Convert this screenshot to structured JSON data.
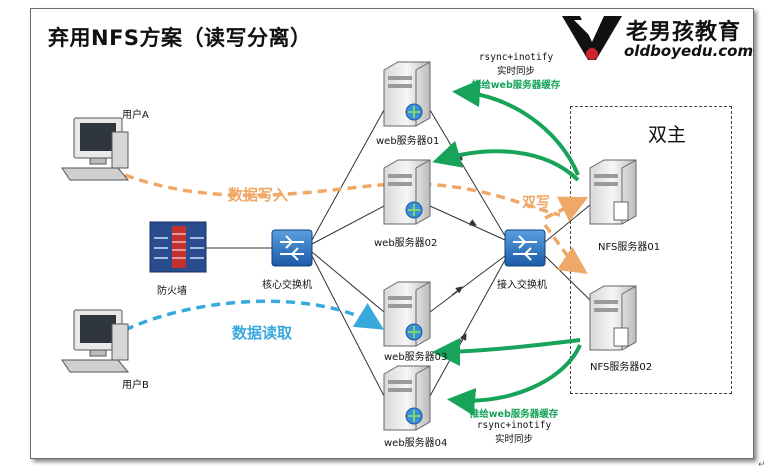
{
  "title": "弃用NFS方案（读写分离）",
  "logo": {
    "cn": "老男孩教育",
    "en": "oldboyedu.com"
  },
  "dual_master_label": "双主",
  "nodes": {
    "user_a": "用户A",
    "user_b": "用户B",
    "firewall": "防火墙",
    "core_switch": "核心交换机",
    "access_switch": "接入交换机",
    "web01": "web服务器01",
    "web02": "web服务器02",
    "web03": "web服务器03",
    "web04": "web服务器04",
    "nfs01": "NFS服务器01",
    "nfs02": "NFS服务器02"
  },
  "flows": {
    "write": "数据写入",
    "read": "数据读取",
    "dual_write": "双写"
  },
  "sync_top": {
    "line1": "rsync+inotify",
    "line2": "实时同步",
    "line3": "推给web服务器缓存"
  },
  "sync_bottom": {
    "line1": "推给web服务器缓存",
    "line2": "rsync+inotify",
    "line3": "实时同步"
  },
  "colors": {
    "orange": "#f0a868",
    "blue": "#38a9dc",
    "green": "#17a35a"
  },
  "corner_mark": "↵"
}
